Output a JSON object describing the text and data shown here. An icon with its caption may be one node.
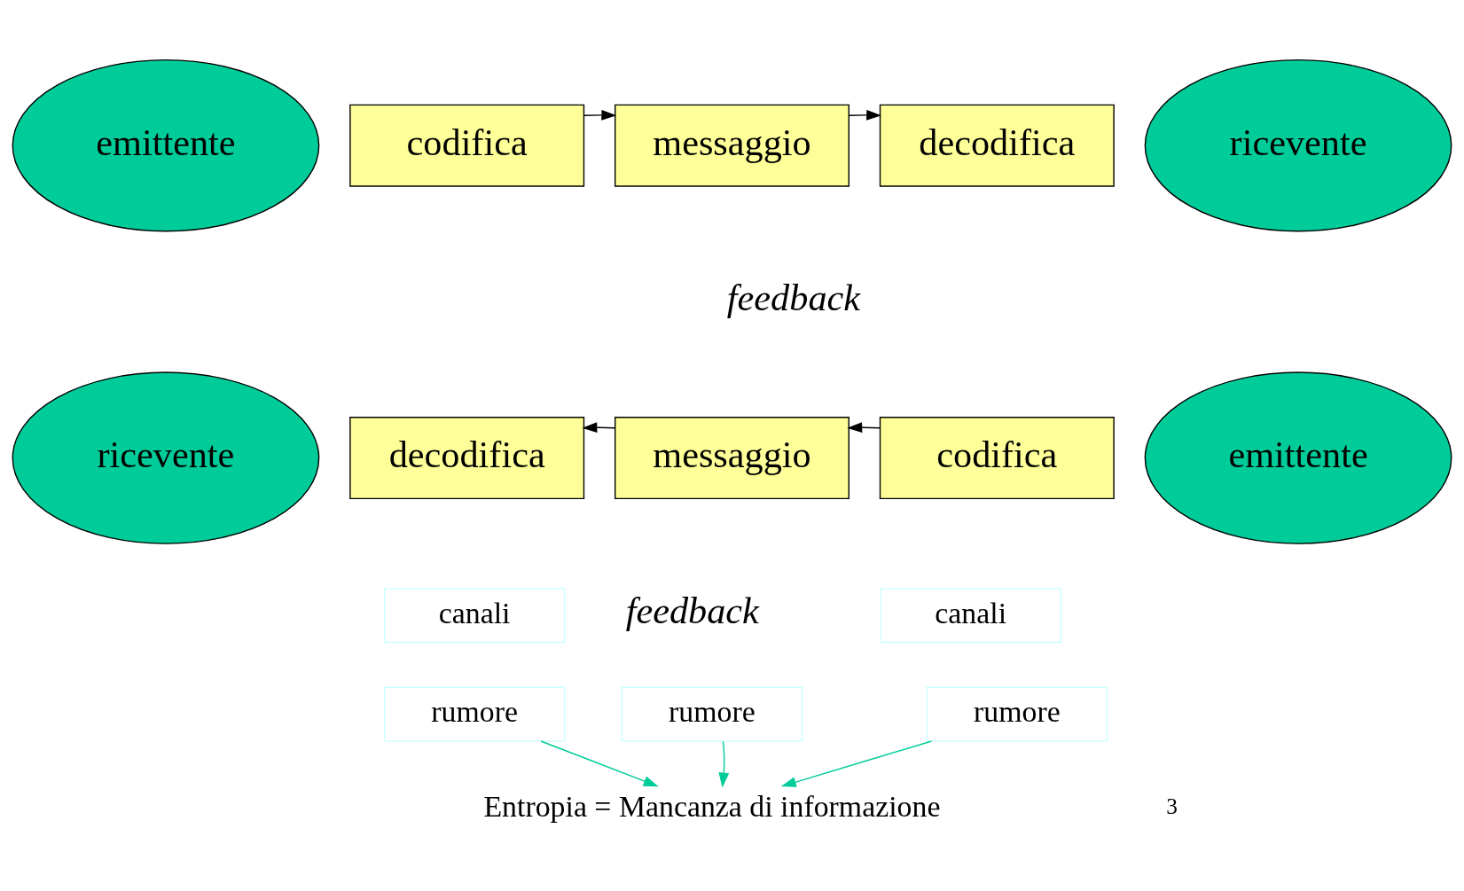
{
  "diagram": {
    "nodes": [
      {
        "text": [
          "codifica"
        ]
      },
      {
        "text": [
          "messaggio"
        ]
      },
      {
        "text": [
          "decodifica"
        ]
      },
      {
        "text": [
          "emittente"
        ]
      },
      {
        "text": [
          "ricevente"
        ]
      },
      {
        "text": [
          "decodifica"
        ]
      },
      {
        "text": [
          "messaggio"
        ]
      },
      {
        "text": [
          "codifica"
        ]
      },
      {
        "text": [
          "ricevente"
        ]
      },
      {
        "text": [
          "emittente"
        ]
      },
      {
        "text": [
          "canali"
        ]
      },
      {
        "text": [
          "canali"
        ]
      },
      {
        "text": [
          "rumore"
        ]
      },
      {
        "text": [
          "rumore"
        ]
      },
      {
        "text": [
          "rumore"
        ]
      },
      {
        "text": [
          "Entropia = Mancanza di informazione"
        ]
      }
    ],
    "edges": [
      {
        "from": 0,
        "to": 1,
        "arrow": "to"
      },
      {
        "from": 1,
        "to": 2,
        "arrow": "to"
      },
      {
        "from": 7,
        "to": 6,
        "arrow": "to"
      },
      {
        "from": 6,
        "to": 5,
        "arrow": "to"
      },
      {
        "from": 12,
        "to": 15,
        "arrow": "to",
        "color": "#00cc99"
      },
      {
        "from": 13,
        "to": 15,
        "arrow": "to",
        "color": "#00cc99"
      },
      {
        "from": 14,
        "to": 15,
        "arrow": "to",
        "color": "#00cc99"
      }
    ],
    "labels": [
      "feedback",
      "feedback",
      "3"
    ]
  }
}
